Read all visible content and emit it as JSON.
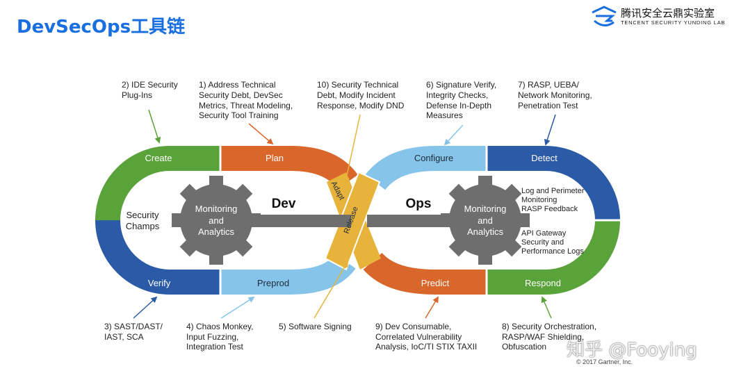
{
  "title": "DevSecOps工具链",
  "logo": {
    "name_cn": "腾讯安全云鼎实验室",
    "name_en": "TENCENT SECURITY YUNDING LAB",
    "icon": "yunding-logo-icon"
  },
  "segments": {
    "create": "Create",
    "plan": "Plan",
    "verify": "Verify",
    "preprod": "Preprod",
    "configure": "Configure",
    "detect": "Detect",
    "predict": "Predict",
    "respond": "Respond",
    "adapt": "Adapt",
    "release": "Release"
  },
  "center": {
    "dev": "Dev",
    "ops": "Ops",
    "security_champs": [
      "Security",
      "Champs"
    ]
  },
  "gears": {
    "left": [
      "Monitoring",
      "and",
      "Analytics"
    ],
    "right": [
      "Monitoring",
      "and",
      "Analytics"
    ]
  },
  "right_inner": {
    "log": [
      "Log and Perimeter",
      "Monitoring",
      "RASP Feedback"
    ],
    "api": [
      "API Gateway",
      "Security and",
      "Performance Logs"
    ]
  },
  "annotations": {
    "a2": [
      "2) IDE Security",
      "Plug-Ins"
    ],
    "a1": [
      "1) Address Technical",
      "Security Debt, DevSec",
      "Metrics, Threat Modeling,",
      "Security Tool Training"
    ],
    "a10": [
      "10) Security Technical",
      "Debt, Modify Incident",
      "Response, Modify DND"
    ],
    "a6": [
      "6) Signature Verify,",
      "Integrity Checks,",
      "Defense In-Depth",
      "Measures"
    ],
    "a7": [
      "7) RASP, UEBA/",
      "Network Monitoring,",
      "Penetration Test"
    ],
    "a3": [
      "3) SAST/DAST/",
      "IAST, SCA"
    ],
    "a4": [
      "4) Chaos Monkey,",
      "Input Fuzzing,",
      "Integration Test"
    ],
    "a5": [
      "5) Software Signing"
    ],
    "a9": [
      "9) Dev Consumable,",
      "Correlated Vulnerability",
      "Analysis, IoC/TI STIX TAXII"
    ],
    "a8": [
      "8) Security Orchestration,",
      "RASP/WAF Shielding,",
      "Obfuscation"
    ]
  },
  "watermark": "知乎 @Fooying",
  "copyright": "© 2017 Gartner, Inc.",
  "colors": {
    "green": "#5aa23a",
    "blue": "#2b5aa6",
    "orange": "#d9662a",
    "lightblue": "#86c4ea",
    "gold": "#e8b33a",
    "gear": "#6e6e6e",
    "title": "#1a6fe0"
  }
}
